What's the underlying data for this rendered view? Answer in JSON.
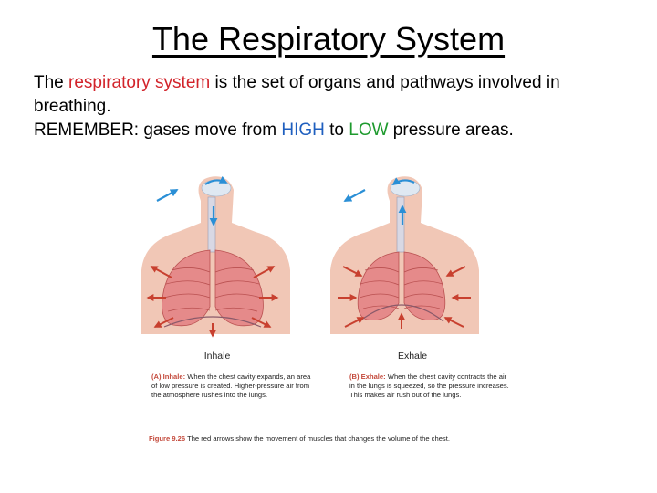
{
  "title": "The Respiratory System",
  "paragraph1": {
    "before": "The ",
    "highlight": "respiratory system",
    "after": " is the set of organs and pathways involved in breathing."
  },
  "paragraph2": {
    "prefix": "REMEMBER: gases move from ",
    "high": "HIGH",
    "mid": " to ",
    "low": "LOW",
    "suffix": " pressure areas."
  },
  "figure": {
    "inhale_label": "Inhale",
    "exhale_label": "Exhale",
    "caption_a_head": "(A) Inhale:",
    "caption_a_text": " When the chest cavity expands, an area of low pressure is created. Higher-pressure air from the atmosphere rushes into the lungs.",
    "caption_b_head": "(B) Exhale:",
    "caption_b_text": " When the chest cavity contracts the air in the lungs is squeezed, so the pressure increases. This makes air rush out of the lungs.",
    "figure_number": "Figure 9.26",
    "figure_caption": "  The red arrows show the movement of muscles that changes the volume of the chest."
  },
  "colors": {
    "highlight_red": "#d2232a",
    "high_blue": "#1f5fbf",
    "low_green": "#1e9a2e",
    "skin": "#f1c7b6",
    "lung": "#e58a8a",
    "arrow_red": "#c8402f",
    "arrow_blue": "#2a8fd6"
  }
}
